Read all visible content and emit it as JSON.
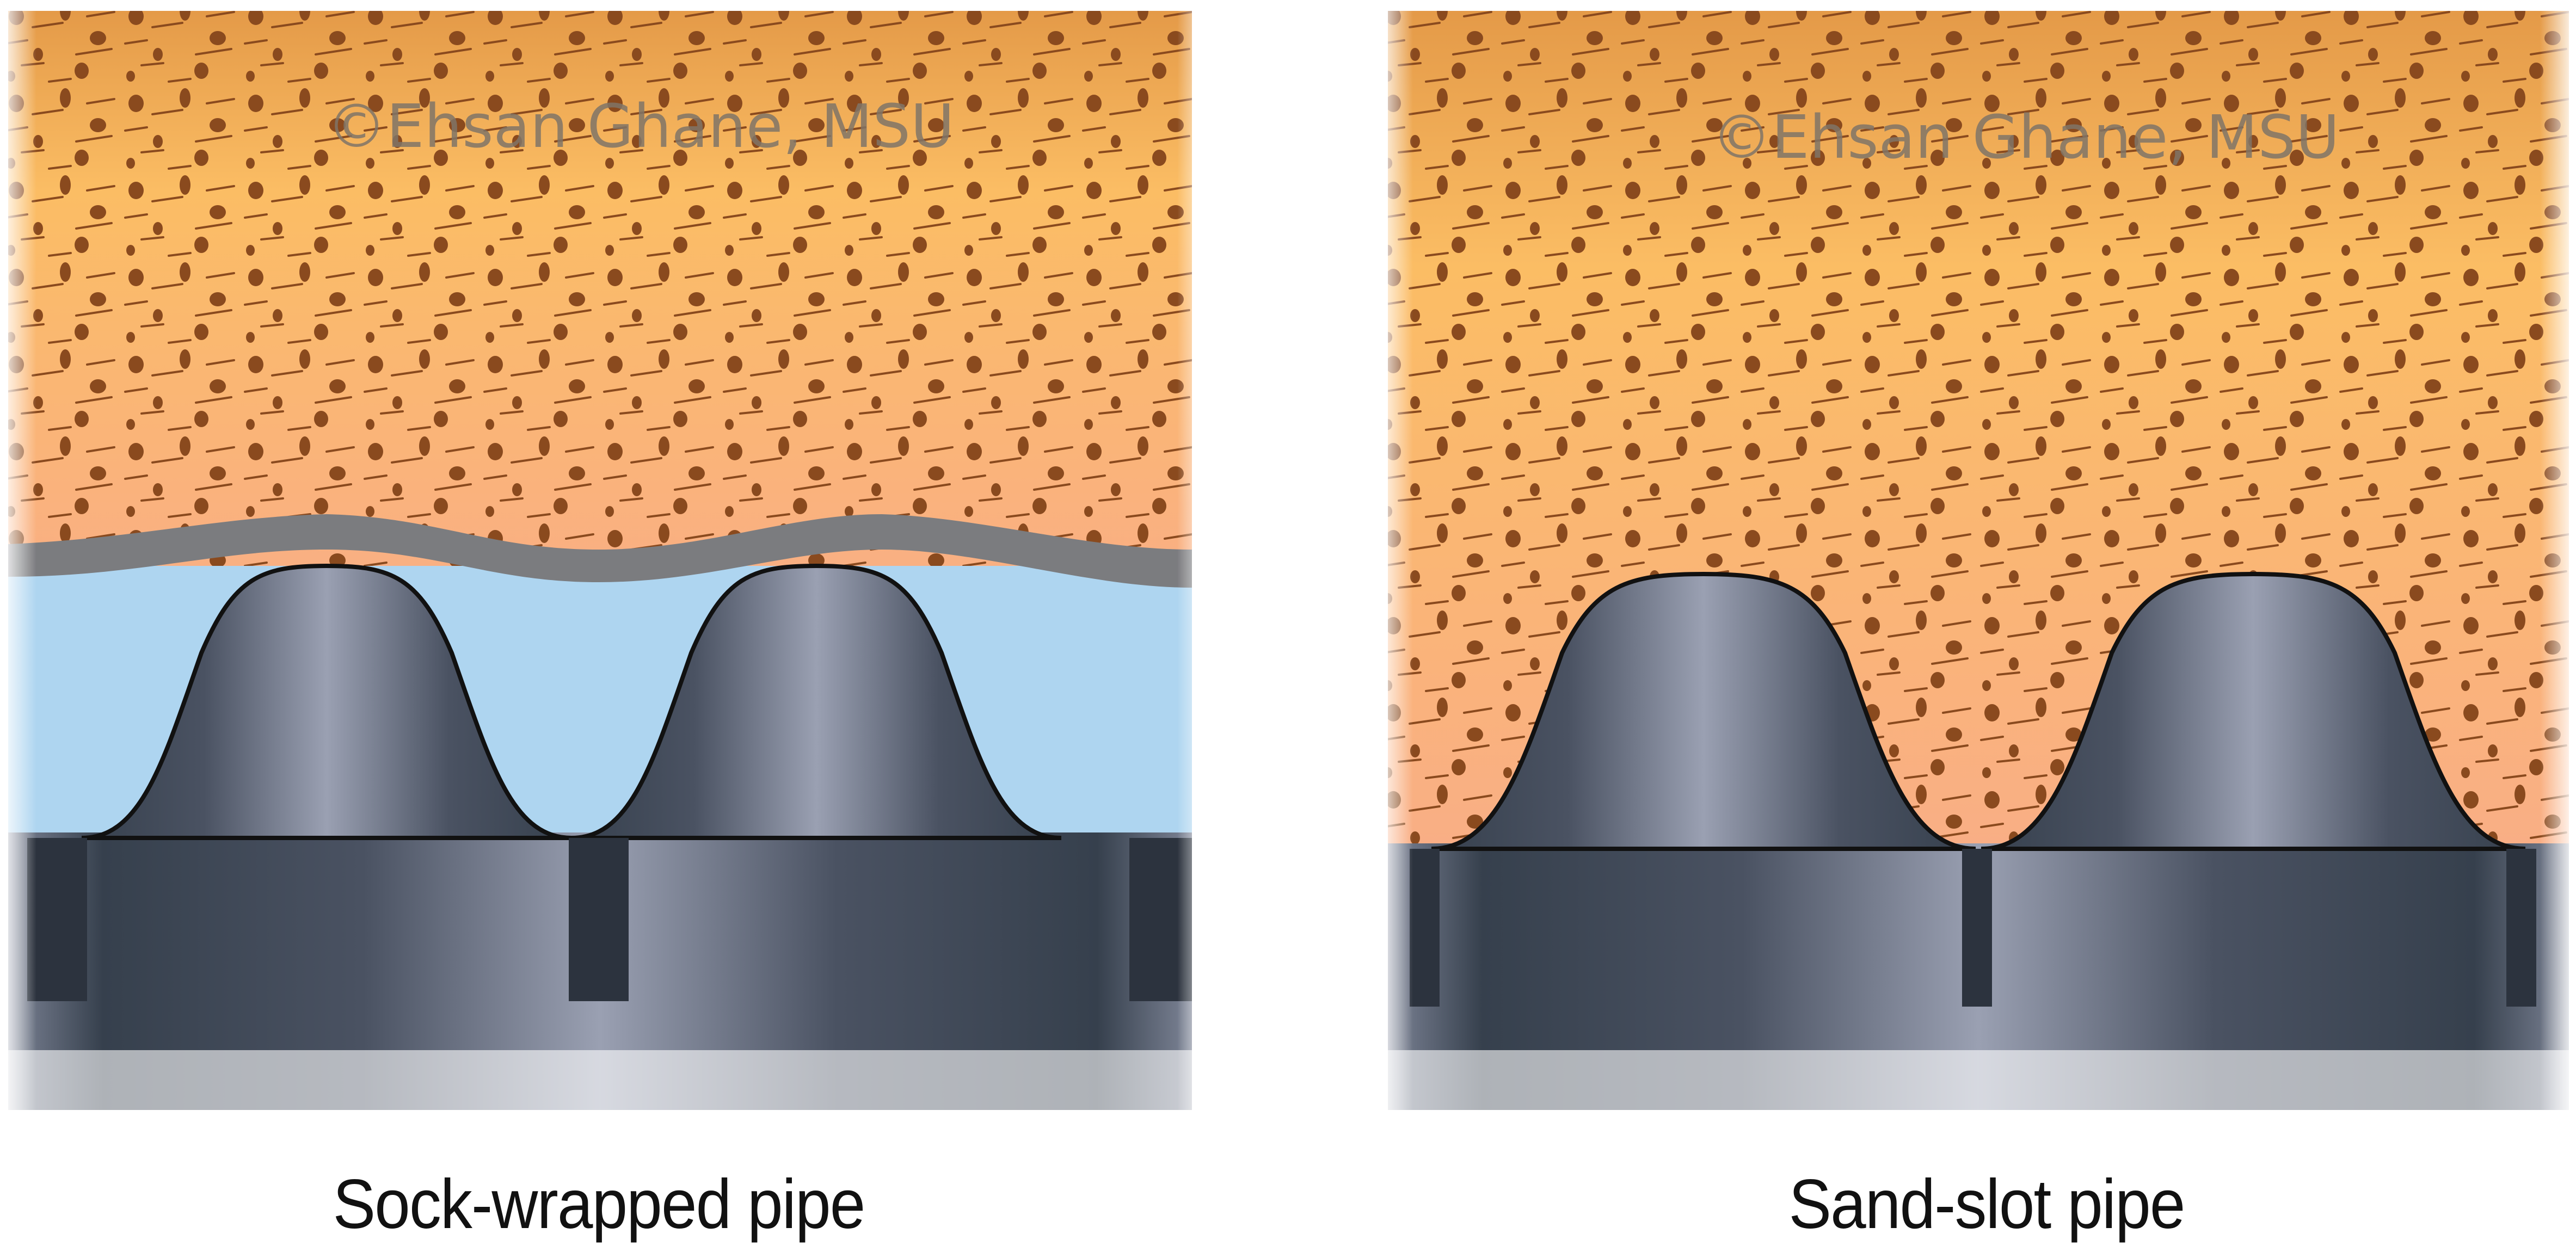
{
  "figure": {
    "watermark": "©Ehsan Ghane, MSU",
    "colors": {
      "soil_top": "#e49a48",
      "soil_mid": "#fbbd64",
      "soil_bottom": "#f9ae86",
      "soil_particle": "#8a4a1e",
      "sock_fabric": "#7b7c7f",
      "water_gap": "#aed5f0",
      "pipe_dark": "#36404d",
      "pipe_highlight": "#9aa0b2",
      "outline": "#111111",
      "watermark": "#7f7467"
    },
    "panels": [
      {
        "id": "sock-wrapped",
        "caption": "Sock-wrapped pipe",
        "layers": [
          "soil",
          "sock fabric wrap",
          "water gap",
          "corrugated pipe"
        ]
      },
      {
        "id": "sand-slot",
        "caption": "Sand-slot pipe",
        "layers": [
          "soil",
          "corrugated pipe"
        ]
      }
    ]
  }
}
